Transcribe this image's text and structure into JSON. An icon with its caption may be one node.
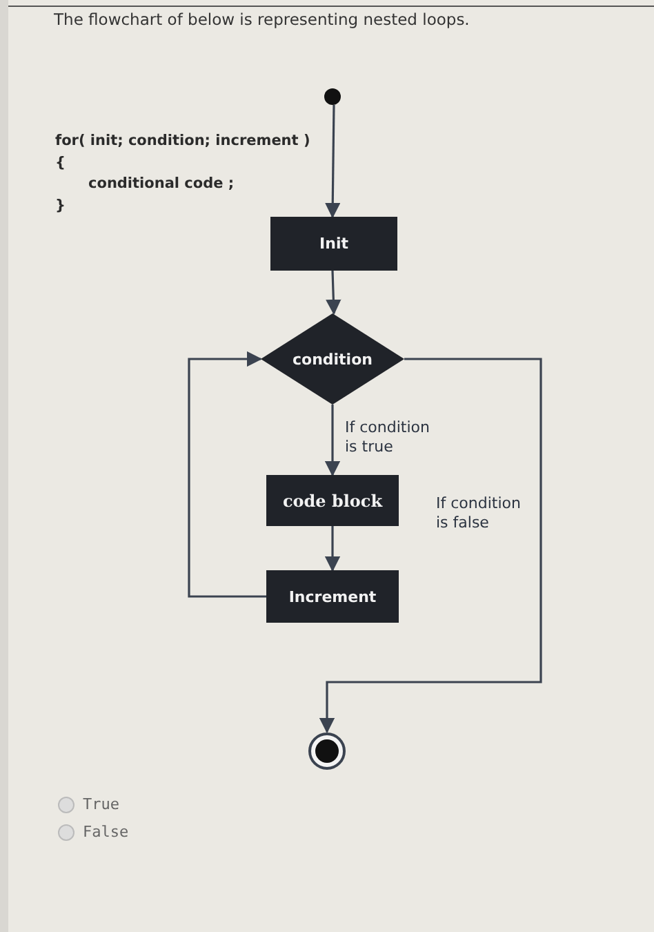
{
  "diagram": {
    "title": "The flowchart of below is representing nested loops.",
    "nodes": [
      {
        "text": [],
        "shape": "circle"
      },
      {
        "text": [
          "Init"
        ]
      },
      {
        "text": [
          "condition"
        ]
      },
      {
        "text": [
          "code block"
        ]
      },
      {
        "text": [
          "Increment"
        ]
      },
      {
        "text": [],
        "shape": "circle"
      }
    ],
    "edges": [
      {
        "from": 0,
        "to": 1,
        "arrow": "to"
      },
      {
        "from": 1,
        "to": 2,
        "arrow": "to"
      },
      {
        "from": 2,
        "to": 3,
        "arrow": "to",
        "label": "If condition is true"
      },
      {
        "from": 3,
        "to": 4,
        "arrow": "to"
      },
      {
        "from": 4,
        "to": 2,
        "arrow": "to"
      },
      {
        "from": 2,
        "to": 5,
        "arrow": "to",
        "label": "If condition is false"
      }
    ],
    "labels": [
      "for( init; condition; increment )",
      "{",
      "conditional code ;",
      "}",
      "True",
      "False"
    ]
  }
}
